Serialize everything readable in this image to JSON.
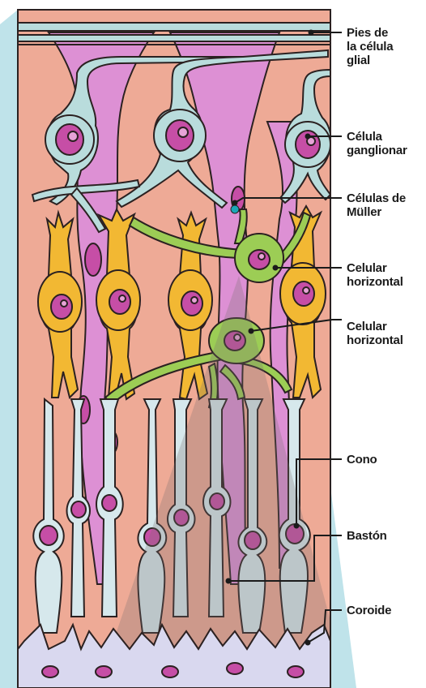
{
  "colors": {
    "tissue": "#eeaa96",
    "muller": "#dd90d4",
    "ganglion": "#b9dcdc",
    "bipolar": "#f2b833",
    "horizontal": "#9ccd55",
    "nucleus": "#c64ea6",
    "photoreceptor": "#d6e8ec",
    "choroid": "#d9d8ef",
    "aqua_band": "#bfe3ea",
    "outline": "#2b2121",
    "leader": "#1b1b1b",
    "muller_dot": "#1aa6b7"
  },
  "labels": [
    {
      "id": "pies",
      "lines": [
        "Pies de",
        "la célula",
        "glial"
      ]
    },
    {
      "id": "ganglionar",
      "lines": [
        "Célula",
        "ganglionar"
      ]
    },
    {
      "id": "muller",
      "lines": [
        "Células de",
        "Müller"
      ]
    },
    {
      "id": "horizontal1",
      "lines": [
        "Celular",
        "horizontal"
      ]
    },
    {
      "id": "horizontal2",
      "lines": [
        "Celular",
        "horizontal"
      ]
    },
    {
      "id": "cono",
      "lines": [
        "Cono"
      ]
    },
    {
      "id": "baston",
      "lines": [
        "Bastón"
      ]
    },
    {
      "id": "coroide",
      "lines": [
        "Coroide"
      ]
    }
  ]
}
